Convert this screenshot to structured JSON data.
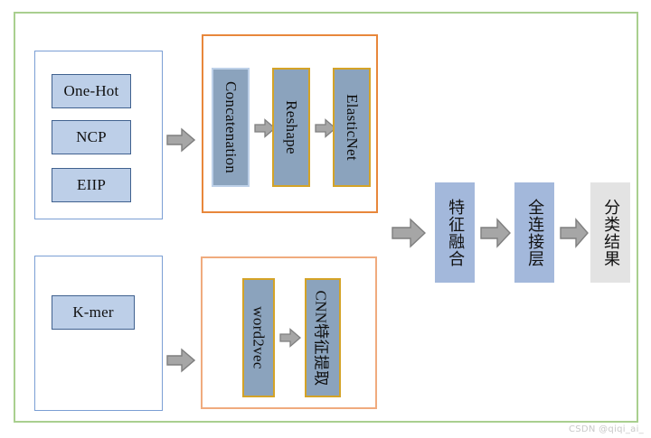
{
  "diagram": {
    "title": "Model architecture flow diagram",
    "colors": {
      "outer_frame": "#a9cf8f",
      "input_container_border": "#7b9fd4",
      "module_container_border": "#e8873b",
      "module_container_border_light": "#f0ab7e",
      "feature_box_fill": "#bdcfe8",
      "feature_box_border": "#40618f",
      "process_box_fill": "#8ba3bd",
      "process_box_border_gold": "#d4a327",
      "process_box_border_pale": "#bdd0e8",
      "result_box_blue": "#a3b8db",
      "result_box_gray": "#e3e3e3",
      "arrow_fill": "#a6a6a6",
      "arrow_border": "#7f7f7f",
      "watermark": "#c9c9c9"
    },
    "branch_top": {
      "inputs": [
        {
          "label": "One-Hot"
        },
        {
          "label": "NCP"
        },
        {
          "label": "EIIP"
        }
      ],
      "modules": [
        {
          "label": "Concatenation"
        },
        {
          "label": "Reshape"
        },
        {
          "label": "ElasticNet"
        }
      ]
    },
    "branch_bottom": {
      "inputs": [
        {
          "label": "K-mer"
        }
      ],
      "modules": [
        {
          "label": "word2vec"
        },
        {
          "label": "CNN特征提取"
        }
      ]
    },
    "output_chain": [
      {
        "label": "特征融合",
        "style": "blue"
      },
      {
        "label": "全连接层",
        "style": "blue"
      },
      {
        "label": "分类结果",
        "style": "gray"
      }
    ],
    "watermark": "CSDN @qiqi_ai_"
  }
}
